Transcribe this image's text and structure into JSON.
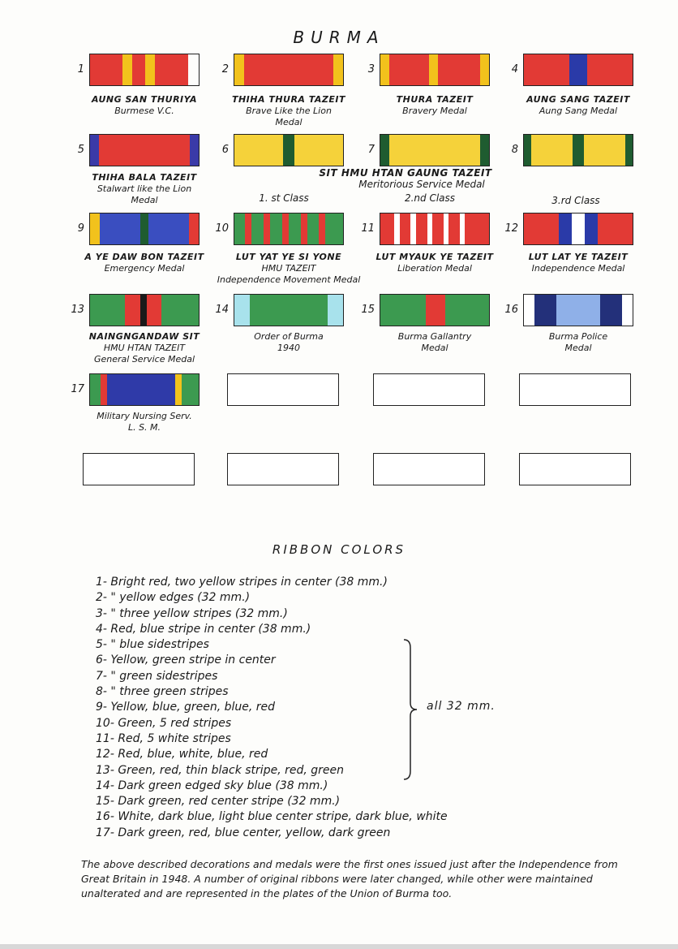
{
  "page": {
    "title": "BURMA"
  },
  "ribbons": [
    {
      "n": "1",
      "cap1": "AUNG SAN THURIYA",
      "cap2": "Burmese V.C.",
      "cap3": "",
      "stripes": [
        [
          30,
          "#e23a35"
        ],
        [
          9,
          "#f2c21c"
        ],
        [
          12,
          "#e23a35"
        ],
        [
          9,
          "#f2c21c"
        ],
        [
          30,
          "#e23a35"
        ]
      ]
    },
    {
      "n": "2",
      "cap1": "THIHA THURA TAZEIT",
      "cap2": "Brave Like the Lion",
      "cap3": "Medal",
      "stripes": [
        [
          9,
          "#f2c21c"
        ],
        [
          82,
          "#e23a35"
        ],
        [
          9,
          "#f2c21c"
        ]
      ]
    },
    {
      "n": "3",
      "cap1": "THURA TAZEIT",
      "cap2": "Bravery Medal",
      "cap3": "",
      "stripes": [
        [
          8,
          "#f2c21c"
        ],
        [
          37,
          "#e23a35"
        ],
        [
          8,
          "#f2c21c"
        ],
        [
          39,
          "#e23a35"
        ],
        [
          8,
          "#f2c21c"
        ]
      ]
    },
    {
      "n": "4",
      "cap1": "AUNG SANG TAZEIT",
      "cap2": "Aung Sang Medal",
      "cap3": "",
      "stripes": [
        [
          42,
          "#e23a35"
        ],
        [
          16,
          "#2a3aa8"
        ],
        [
          42,
          "#e23a35"
        ]
      ]
    },
    {
      "n": "5",
      "cap1": "THIHA BALA TAZEIT",
      "cap2": "Stalwart like the Lion",
      "cap3": "Medal",
      "stripes": [
        [
          8,
          "#3a3aa8"
        ],
        [
          84,
          "#e23a35"
        ],
        [
          8,
          "#3a3aa8"
        ]
      ]
    },
    {
      "n": "6",
      "cap1": "",
      "cap2": "",
      "cap3": "",
      "stripes": [
        [
          45,
          "#f5d23a"
        ],
        [
          10,
          "#1f5c30"
        ],
        [
          45,
          "#f5d23a"
        ]
      ]
    },
    {
      "n": "7",
      "cap1": "",
      "cap2": "",
      "cap3": "",
      "stripes": [
        [
          8,
          "#1f5c30"
        ],
        [
          84,
          "#f5d23a"
        ],
        [
          8,
          "#1f5c30"
        ]
      ]
    },
    {
      "n": "8",
      "cap1": "",
      "cap2": "",
      "cap3": "",
      "stripes": [
        [
          7,
          "#1f5c30"
        ],
        [
          38,
          "#f5d23a"
        ],
        [
          10,
          "#1f5c30"
        ],
        [
          38,
          "#f5d23a"
        ],
        [
          7,
          "#1f5c30"
        ]
      ]
    },
    {
      "n": "9",
      "cap1": "A YE DAW BON TAZEIT",
      "cap2": "Emergency Medal",
      "cap3": "",
      "stripes": [
        [
          9,
          "#f2c21c"
        ],
        [
          37,
          "#3a4ec0"
        ],
        [
          8,
          "#1f5c30"
        ],
        [
          37,
          "#3a4ec0"
        ],
        [
          9,
          "#e23a35"
        ]
      ]
    },
    {
      "n": "10",
      "cap1": "LUT YAT YE SI YONE",
      "cap2": "HMU TAZEIT",
      "cap3": "Independence Movement Medal",
      "stripes": [
        [
          10,
          "#3c9a50"
        ],
        [
          6,
          "#e23a35"
        ],
        [
          11,
          "#3c9a50"
        ],
        [
          6,
          "#e23a35"
        ],
        [
          11,
          "#3c9a50"
        ],
        [
          6,
          "#e23a35"
        ],
        [
          11,
          "#3c9a50"
        ],
        [
          6,
          "#e23a35"
        ],
        [
          11,
          "#3c9a50"
        ],
        [
          6,
          "#e23a35"
        ],
        [
          16,
          "#3c9a50"
        ]
      ]
    },
    {
      "n": "11",
      "cap1": "LUT MYAUK YE TAZEIT",
      "cap2": "Liberation Medal",
      "cap3": "",
      "stripes": [
        [
          13,
          "#e23a35"
        ],
        [
          5,
          "#ffffff"
        ],
        [
          10,
          "#e23a35"
        ],
        [
          5,
          "#ffffff"
        ],
        [
          10,
          "#e23a35"
        ],
        [
          5,
          "#ffffff"
        ],
        [
          10,
          "#e23a35"
        ],
        [
          5,
          "#ffffff"
        ],
        [
          10,
          "#e23a35"
        ],
        [
          5,
          "#ffffff"
        ],
        [
          22,
          "#e23a35"
        ]
      ]
    },
    {
      "n": "12",
      "cap1": "LUT LAT YE TAZEIT",
      "cap2": "Independence Medal",
      "cap3": "",
      "stripes": [
        [
          32,
          "#e23a35"
        ],
        [
          12,
          "#2a3aa8"
        ],
        [
          12,
          "#ffffff"
        ],
        [
          12,
          "#2a3aa8"
        ],
        [
          32,
          "#e23a35"
        ]
      ]
    },
    {
      "n": "13",
      "cap1": "NAINGNGANDAW SIT",
      "cap2": "HMU HTAN TAZEIT",
      "cap3": "General Service Medal",
      "stripes": [
        [
          32,
          "#3c9a50"
        ],
        [
          14,
          "#e23a35"
        ],
        [
          6,
          "#1a1a1a"
        ],
        [
          14,
          "#e23a35"
        ],
        [
          34,
          "#3c9a50"
        ]
      ]
    },
    {
      "n": "14",
      "cap1": "Order of Burma",
      "cap2": "1940",
      "cap3": "",
      "stripes": [
        [
          14,
          "#a8e2ec"
        ],
        [
          72,
          "#3c9a50"
        ],
        [
          14,
          "#a8e2ec"
        ]
      ]
    },
    {
      "n": "15",
      "cap1": "Burma Gallantry",
      "cap2": "Medal",
      "cap3": "",
      "stripes": [
        [
          42,
          "#3c9a50"
        ],
        [
          18,
          "#e23a35"
        ],
        [
          40,
          "#3c9a50"
        ]
      ]
    },
    {
      "n": "16",
      "cap1": "Burma Police",
      "cap2": "Medal",
      "cap3": "",
      "stripes": [
        [
          10,
          "#ffffff"
        ],
        [
          20,
          "#23307a"
        ],
        [
          40,
          "#8fb0e8"
        ],
        [
          20,
          "#23307a"
        ],
        [
          10,
          "#ffffff"
        ]
      ]
    },
    {
      "n": "17",
      "cap1": "Military Nursing Serv.",
      "cap2": "L. S. M.",
      "cap3": "",
      "stripes": [
        [
          10,
          "#3c9a50"
        ],
        [
          6,
          "#e23a35"
        ],
        [
          62,
          "#2f3aa8"
        ],
        [
          6,
          "#f2c21c"
        ],
        [
          16,
          "#3c9a50"
        ]
      ]
    }
  ],
  "shared_caption": {
    "line1": "SIT HMU HTAN GAUNG TAZEIT",
    "line2": "Meritorious Service Medal",
    "class1": "1. st Class",
    "class2": "2.nd Class",
    "class3": "3.rd Class"
  },
  "colors": {
    "title": "RIBBON COLORS",
    "items": [
      "1- Bright red, two yellow stripes in center (38 mm.)",
      "2-        \"        yellow edges (32 mm.)",
      "3-        \"        three yellow stripes (32 mm.)",
      "4- Red, blue stripe in center (38 mm.)",
      "5-     \"     blue sidestripes",
      "6- Yellow, green stripe in center",
      "7-     \"     green sidestripes",
      "8-     \"     three green stripes",
      "9- Yellow, blue, green, blue, red",
      "10- Green, 5 red stripes",
      "11- Red, 5 white stripes",
      "12- Red, blue, white, blue, red",
      "13- Green, red, thin black stripe, red, green",
      "14- Dark green edged sky blue (38 mm.)",
      "15- Dark green, red center stripe (32 mm.)",
      "16- White, dark blue, light blue center stripe, dark blue, white",
      "17- Dark green, red, blue center, yellow, dark green"
    ],
    "bracket_note": "all 32 mm."
  },
  "note": "The above described decorations and medals were the first ones issued just after the Independence from Great Britain in 1948. A number of original ribbons were later changed, while other were maintained unalterated and are represented in the plates of the Union of Burma too."
}
